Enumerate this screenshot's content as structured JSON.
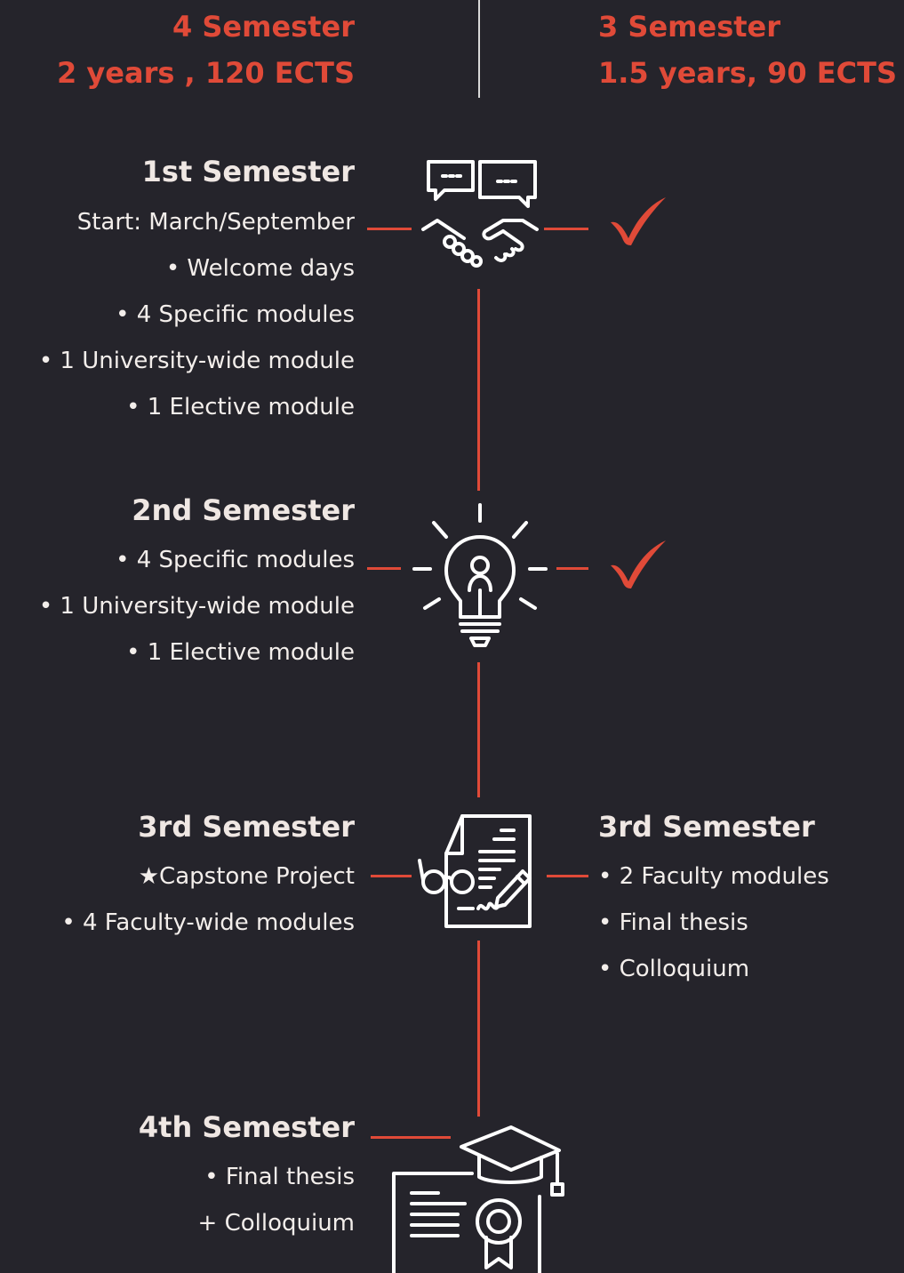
{
  "header": {
    "left": {
      "line1": "4 Semester",
      "line2": "2 years , 120 ECTS"
    },
    "right": {
      "line1": "3 Semester",
      "line2": "1.5 years, 90 ECTS"
    }
  },
  "semesters": [
    {
      "title": "1st Semester",
      "items": [
        "Start: March/September",
        "• Welcome days",
        "• 4 Specific modules",
        "• 1 University-wide module",
        "• 1 Elective module"
      ],
      "icon": "handshake-icon"
    },
    {
      "title": "2nd Semester",
      "items": [
        "• 4 Specific modules",
        "• 1 University-wide module",
        "• 1 Elective module"
      ],
      "icon": "lightbulb-icon"
    },
    {
      "title": "3rd Semester",
      "items": [
        "★Capstone Project",
        "• 4 Faculty-wide modules"
      ],
      "icon": "document-signing-icon"
    },
    {
      "title": "4th Semester",
      "items": [
        "• Final thesis",
        "+ Colloquium"
      ],
      "icon": "graduation-certificate-icon"
    }
  ],
  "short_track": {
    "third": {
      "title": "3rd Semester",
      "items": [
        "• 2 Faculty modules",
        "• Final thesis",
        "• Colloquium"
      ]
    },
    "checks": [
      "checkmark-icon",
      "checkmark-icon"
    ]
  },
  "colors": {
    "accent": "#e04a38",
    "background": "#25242b",
    "text": "#f3eeeb"
  }
}
